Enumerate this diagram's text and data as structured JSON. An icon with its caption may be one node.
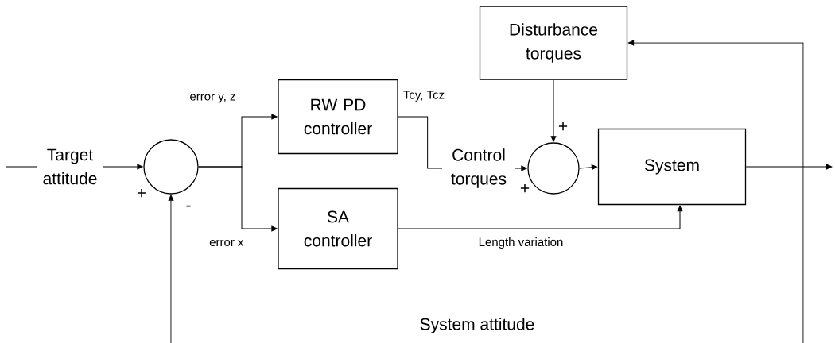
{
  "diagram": {
    "nodes": [
      {
        "text": [
          "Disturbance torques"
        ]
      },
      {
        "text": [],
        "shape": "circle"
      },
      {
        "text": [
          "RW PD controller"
        ]
      },
      {
        "text": [
          "SA controller"
        ]
      },
      {
        "text": [],
        "shape": "circle"
      },
      {
        "text": [
          "System"
        ]
      }
    ],
    "edges": [
      {
        "from": null,
        "to": 1,
        "arrow": "to",
        "label": "Target attitude"
      },
      {
        "from": 1,
        "to": 2,
        "arrow": "to",
        "label": "error y, z"
      },
      {
        "from": 1,
        "to": 3,
        "arrow": "to",
        "label": "error x"
      },
      {
        "from": 2,
        "to": 4,
        "arrow": "to",
        "label": "Control torques"
      },
      {
        "from": 0,
        "to": 4,
        "arrow": "to"
      },
      {
        "from": 4,
        "to": 5,
        "arrow": "to"
      },
      {
        "from": 3,
        "to": 5,
        "arrow": "to",
        "label": "Length variation"
      },
      {
        "from": 5,
        "to": null,
        "arrow": "to"
      },
      {
        "from": null,
        "to": 0,
        "arrow": "to"
      },
      {
        "from": null,
        "to": 1,
        "arrow": "to"
      }
    ],
    "labels": [
      "Tcy, Tcz",
      "+",
      "+",
      "+",
      "-",
      "System attitude"
    ]
  }
}
